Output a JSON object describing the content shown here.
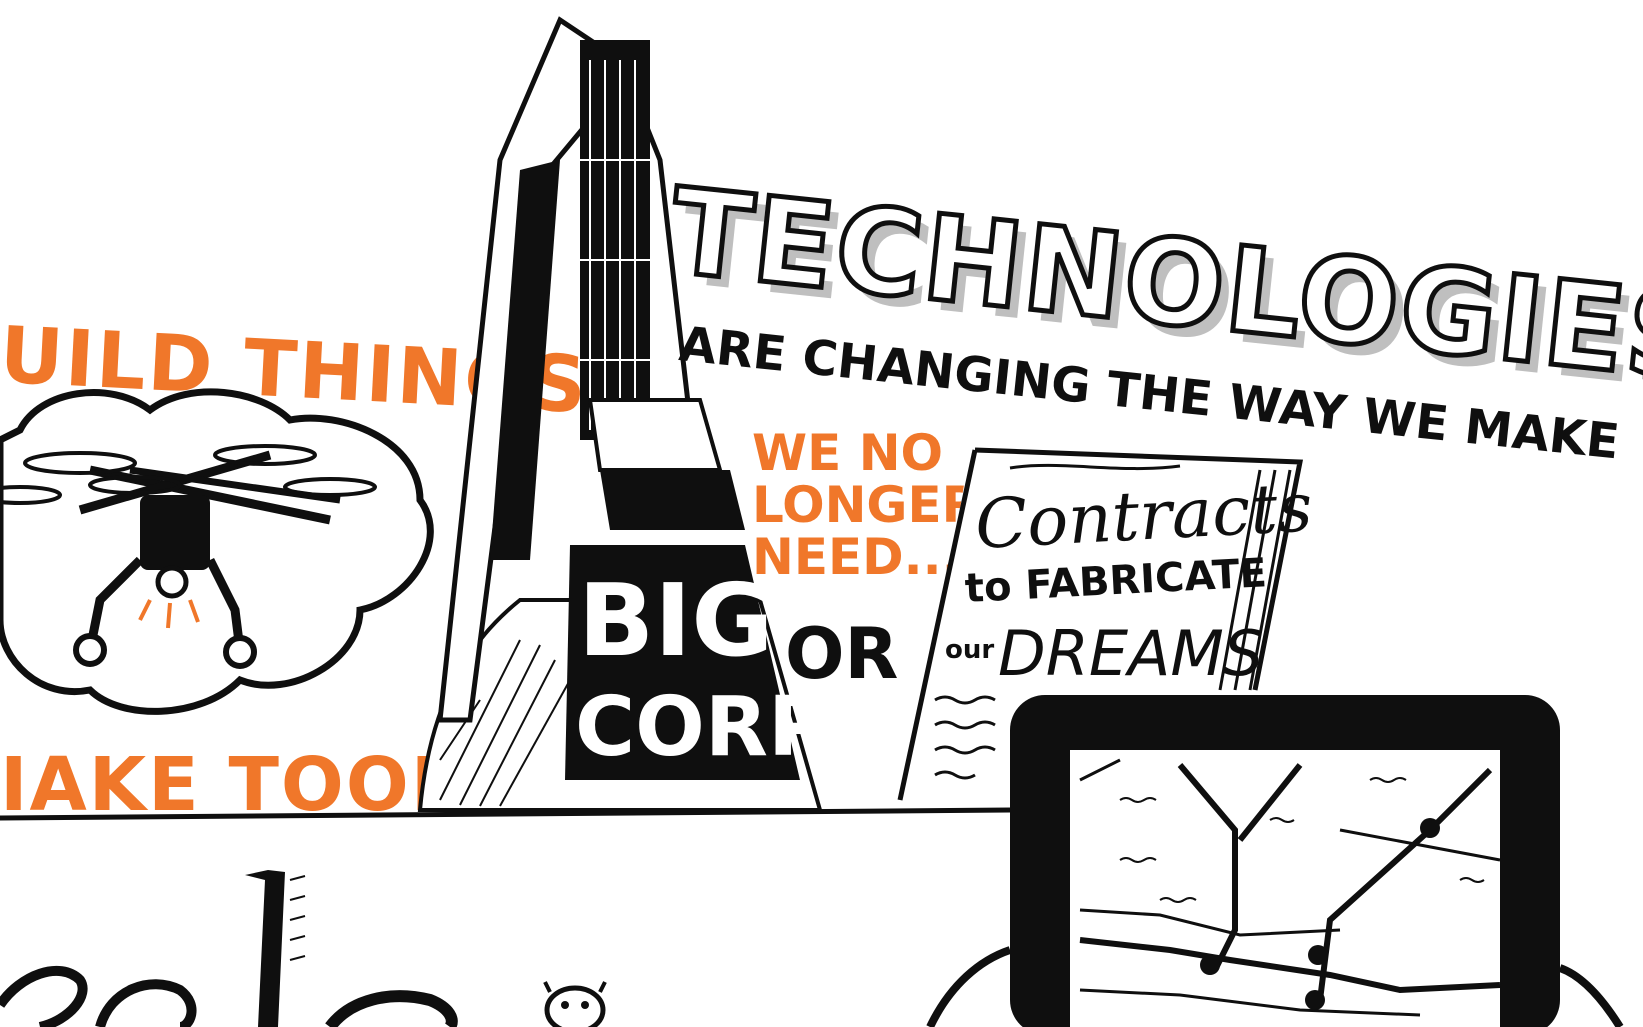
{
  "colors": {
    "background": "#ffffff",
    "ink": "#0f0f0f",
    "accent_orange": "#f0772a"
  },
  "left_panel": {
    "top_caption": "UILD THINGS",
    "bottom_caption": "IAKE TOOLS",
    "drone_icon": "drone-icon"
  },
  "center_panel": {
    "headline": "TECHNOLOGIES",
    "subline": "ARE CHANGING THE WAY WE MAKE",
    "orange_note_line1": "WE NO",
    "orange_note_line2": "LONGER",
    "orange_note_line3": "NEED...",
    "big_corp_line1": "BIG",
    "big_corp_line2": "CORP",
    "or_word": "OR",
    "contract_word1": "Contracts",
    "contract_word2": "to FABRICATE",
    "contract_word3a": "our",
    "contract_word3b": "DREAMS",
    "skyscraper_icon": "skyscraper-icon",
    "document_icon": "contract-document-icon"
  },
  "bottom_panel": {
    "tablet_icon": "tablet-map-icon",
    "script_fragment_icon": "script-lettering-icon",
    "critter_icon": "critter-icon"
  }
}
